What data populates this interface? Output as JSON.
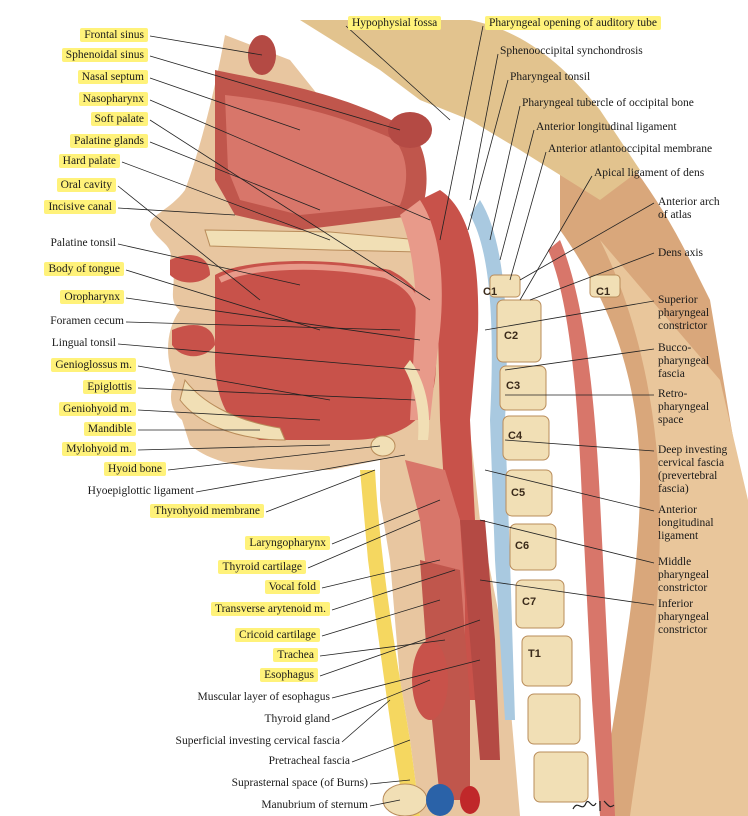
{
  "labels_left": [
    {
      "id": "frontal-sinus",
      "text": "Frontal sinus",
      "hl": true
    },
    {
      "id": "sphenoidal-sinus",
      "text": "Sphenoidal sinus",
      "hl": true
    },
    {
      "id": "nasal-septum",
      "text": "Nasal septum",
      "hl": true
    },
    {
      "id": "nasopharynx",
      "text": "Nasopharynx",
      "hl": true
    },
    {
      "id": "soft-palate",
      "text": "Soft palate",
      "hl": true
    },
    {
      "id": "palatine-glands",
      "text": "Palatine glands",
      "hl": true
    },
    {
      "id": "hard-palate",
      "text": "Hard palate",
      "hl": true
    },
    {
      "id": "oral-cavity",
      "text": "Oral cavity",
      "hl": true
    },
    {
      "id": "incisive-canal",
      "text": "Incisive canal",
      "hl": true
    },
    {
      "id": "palatine-tonsil",
      "text": "Palatine tonsil",
      "hl": false
    },
    {
      "id": "body-of-tongue",
      "text": "Body of tongue",
      "hl": true
    },
    {
      "id": "oropharynx",
      "text": "Oropharynx",
      "hl": true
    },
    {
      "id": "foramen-cecum",
      "text": "Foramen cecum",
      "hl": false
    },
    {
      "id": "lingual-tonsil",
      "text": "Lingual tonsil",
      "hl": false
    },
    {
      "id": "genioglossus",
      "text": "Genioglossus m.",
      "hl": true
    },
    {
      "id": "epiglottis",
      "text": "Epiglottis",
      "hl": true
    },
    {
      "id": "geniohyoid",
      "text": "Geniohyoid m.",
      "hl": true
    },
    {
      "id": "mandible",
      "text": "Mandible",
      "hl": true
    },
    {
      "id": "mylohyoid",
      "text": "Mylohyoid m.",
      "hl": true
    },
    {
      "id": "hyoid-bone",
      "text": "Hyoid bone",
      "hl": true
    },
    {
      "id": "hyoepiglottic-ligament",
      "text": "Hyoepiglottic ligament",
      "hl": false
    },
    {
      "id": "thyrohyoid-membrane",
      "text": "Thyrohyoid membrane",
      "hl": true
    },
    {
      "id": "laryngopharynx",
      "text": "Laryngopharynx",
      "hl": true
    },
    {
      "id": "thyroid-cartilage",
      "text": "Thyroid cartilage",
      "hl": true
    },
    {
      "id": "vocal-fold",
      "text": "Vocal fold",
      "hl": true
    },
    {
      "id": "transverse-arytenoid",
      "text": "Transverse arytenoid m.",
      "hl": true
    },
    {
      "id": "cricoid-cartilage",
      "text": "Cricoid cartilage",
      "hl": true
    },
    {
      "id": "trachea",
      "text": "Trachea",
      "hl": true
    },
    {
      "id": "esophagus",
      "text": "Esophagus",
      "hl": true
    },
    {
      "id": "muscular-layer-esophagus",
      "text": "Muscular layer of esophagus",
      "hl": false
    },
    {
      "id": "thyroid-gland",
      "text": "Thyroid gland",
      "hl": false
    },
    {
      "id": "superficial-investing-fascia",
      "text": "Superficial investing cervical fascia",
      "hl": false
    },
    {
      "id": "pretracheal-fascia",
      "text": "Pretracheal fascia",
      "hl": false
    },
    {
      "id": "suprasternal-space",
      "text": "Suprasternal space (of Burns)",
      "hl": false
    },
    {
      "id": "manubrium",
      "text": "Manubrium of sternum",
      "hl": false
    }
  ],
  "labels_top": [
    {
      "id": "hypophysial-fossa",
      "text": "Hypophysial fossa",
      "hl": true
    },
    {
      "id": "pharyngeal-opening",
      "text": "Pharyngeal opening of auditory tube",
      "hl": true
    },
    {
      "id": "sphenooccipital-synchondrosis",
      "text": "Sphenooccipital synchondrosis",
      "hl": false
    },
    {
      "id": "pharyngeal-tonsil",
      "text": "Pharyngeal tonsil",
      "hl": false
    },
    {
      "id": "pharyngeal-tubercle",
      "text": "Pharyngeal tubercle of occipital bone",
      "hl": false
    },
    {
      "id": "anterior-longitudinal-ligament-top",
      "text": "Anterior longitudinal ligament",
      "hl": false
    },
    {
      "id": "anterior-atlantooccipital-membrane",
      "text": "Anterior atlantooccipital membrane",
      "hl": false
    },
    {
      "id": "apical-ligament-dens",
      "text": "Apical ligament of dens",
      "hl": false
    }
  ],
  "labels_right": [
    {
      "id": "anterior-arch-atlas",
      "text": "Anterior arch\nof atlas"
    },
    {
      "id": "dens-axis",
      "text": "Dens axis"
    },
    {
      "id": "superior-pharyngeal-constrictor",
      "text": "Superior\npharyngeal\nconstrictor"
    },
    {
      "id": "buccopharyngeal-fascia",
      "text": "Bucco-\npharyngeal\nfascia"
    },
    {
      "id": "retropharyngeal-space",
      "text": "Retro-\npharyngeal\nspace"
    },
    {
      "id": "deep-investing-fascia",
      "text": "Deep investing\ncervical fascia\n(prevertebral\nfascia)"
    },
    {
      "id": "anterior-longitudinal-ligament-right",
      "text": "Anterior\nlongitudinal\nligament"
    },
    {
      "id": "middle-pharyngeal-constrictor",
      "text": "Middle\npharyngeal\nconstrictor"
    },
    {
      "id": "inferior-pharyngeal-constrictor",
      "text": "Inferior\npharyngeal\nconstrictor"
    }
  ],
  "vertebrae": [
    {
      "id": "c1-anterior",
      "text": "C1"
    },
    {
      "id": "c1-posterior",
      "text": "C1"
    },
    {
      "id": "c2",
      "text": "C2"
    },
    {
      "id": "c3",
      "text": "C3"
    },
    {
      "id": "c4",
      "text": "C4"
    },
    {
      "id": "c5",
      "text": "C5"
    },
    {
      "id": "c6",
      "text": "C6"
    },
    {
      "id": "c7",
      "text": "C7"
    },
    {
      "id": "t1",
      "text": "T1"
    }
  ],
  "colors": {
    "highlight": "#fff27a",
    "muscle": "#c8524a",
    "mucosa": "#e89a8a",
    "bone": "#f1dfb5",
    "fat": "#f5d760",
    "fascia": "#a9c9e0",
    "skin": "#e8c6a0",
    "vessel_red": "#c0282a",
    "vessel_blue": "#2a62a8"
  }
}
